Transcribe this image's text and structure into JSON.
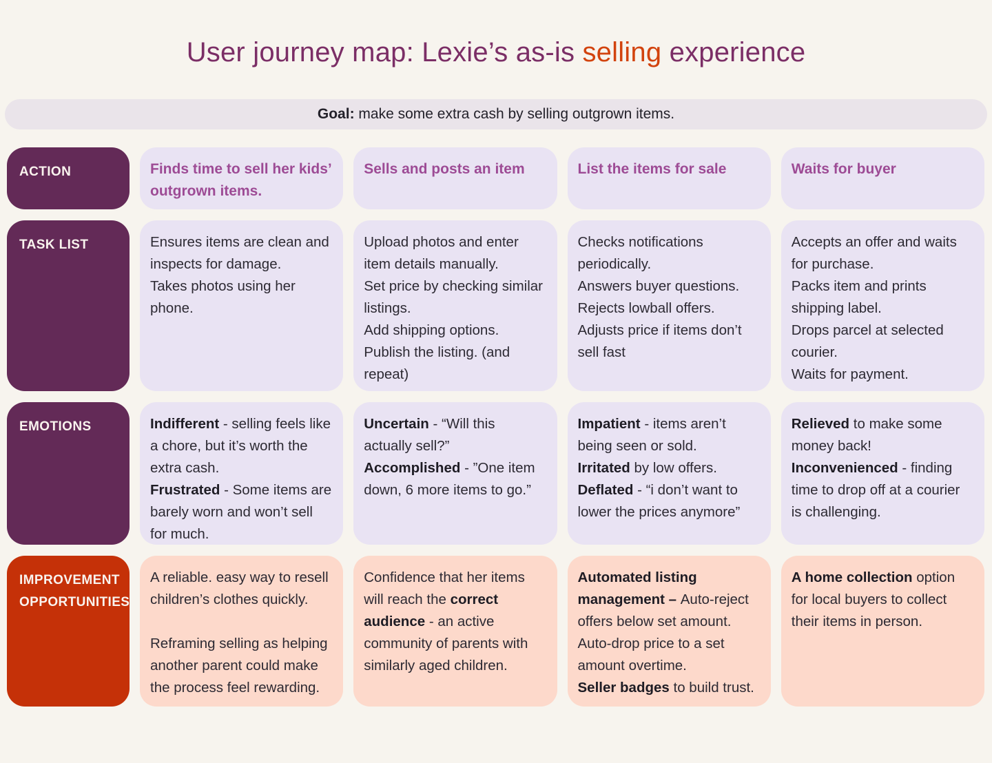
{
  "colors": {
    "bg": "#f7f4ee",
    "plum": "#632a57",
    "orange": "#c53108",
    "lavender": "#e9e3f3",
    "peach": "#fdd9cb",
    "pill": "#eae4ea",
    "title-purple": "#7b2e66",
    "title-accent": "#d2430e",
    "action-purple": "#9d4b95",
    "body-text": "#2d2a33"
  },
  "title": {
    "pre": "User journey map: Lexie’s as-is ",
    "highlight": "selling",
    "post": " experience"
  },
  "goal": {
    "label": "Goal:",
    "text": " make some extra cash by selling outgrown items."
  },
  "row_headers": [
    {
      "id": "action",
      "label": "ACTION"
    },
    {
      "id": "task-list",
      "label": "TASK LIST"
    },
    {
      "id": "emotions",
      "label": "EMOTIONS"
    },
    {
      "id": "improvement-opportunities",
      "label": "IMPROVEMENT OPPORTUNITIES"
    }
  ],
  "columns": [
    {
      "action": [
        [
          {
            "t": "Finds time to sell her kids’ outgrown items.",
            "b": true
          }
        ]
      ],
      "tasks": [
        [
          {
            "t": "Ensures items are clean and inspects for damage."
          }
        ],
        [
          {
            "t": "Takes photos using her phone."
          }
        ]
      ],
      "emotions": [
        [
          {
            "t": "Indifferent",
            "b": true
          },
          {
            "t": " - selling feels like a chore, but it’s worth the extra cash."
          }
        ],
        [
          {
            "t": "Frustrated",
            "b": true
          },
          {
            "t": " - Some items are barely worn and won’t sell for much."
          }
        ]
      ],
      "improvements": [
        [
          {
            "t": "A reliable. easy way to resell children’s clothes quickly."
          }
        ],
        [],
        [
          {
            "t": "Reframing selling as helping another parent could make the process feel rewarding."
          }
        ]
      ]
    },
    {
      "action": [
        [
          {
            "t": "Sells and posts an item",
            "b": true
          }
        ]
      ],
      "tasks": [
        [
          {
            "t": "Upload photos and enter item details manually."
          }
        ],
        [
          {
            "t": "Set price by checking similar listings."
          }
        ],
        [
          {
            "t": "Add shipping options."
          }
        ],
        [
          {
            "t": "Publish the listing. (and repeat)"
          }
        ]
      ],
      "emotions": [
        [
          {
            "t": "Uncertain",
            "b": true
          },
          {
            "t": " - “Will this actually sell?”"
          }
        ],
        [
          {
            "t": "Accomplished",
            "b": true
          },
          {
            "t": " - ”One item down, 6 more items to go.”"
          }
        ]
      ],
      "improvements": [
        [
          {
            "t": "Confidence that her items will reach the "
          },
          {
            "t": "correct audience",
            "b": true
          },
          {
            "t": " - an active community of parents with similarly aged children."
          }
        ]
      ]
    },
    {
      "action": [
        [
          {
            "t": "List the items for sale",
            "b": true
          }
        ]
      ],
      "tasks": [
        [
          {
            "t": "Checks notifications periodically."
          }
        ],
        [
          {
            "t": "Answers buyer questions."
          }
        ],
        [
          {
            "t": "Rejects lowball offers."
          }
        ],
        [
          {
            "t": "Adjusts price if items don’t sell fast"
          }
        ]
      ],
      "emotions": [
        [
          {
            "t": "Impatient",
            "b": true
          },
          {
            "t": " - items aren’t being seen or sold."
          }
        ],
        [
          {
            "t": "Irritated",
            "b": true
          },
          {
            "t": " by low offers."
          }
        ],
        [
          {
            "t": "Deflated",
            "b": true
          },
          {
            "t": " - “i don’t want to lower the prices anymore”"
          }
        ]
      ],
      "improvements": [
        [
          {
            "t": "Automated listing management – ",
            "b": true
          },
          {
            "t": "Auto-reject offers below set amount."
          }
        ],
        [
          {
            "t": "Auto-drop price to a set amount overtime."
          }
        ],
        [
          {
            "t": "Seller badges",
            "b": true
          },
          {
            "t": " to build trust."
          }
        ]
      ]
    },
    {
      "action": [
        [
          {
            "t": "Waits for buyer",
            "b": true
          }
        ]
      ],
      "tasks": [
        [
          {
            "t": "Accepts an offer and waits for purchase."
          }
        ],
        [
          {
            "t": "Packs item and prints shipping label."
          }
        ],
        [
          {
            "t": "Drops parcel at selected courier."
          }
        ],
        [
          {
            "t": "Waits for payment."
          }
        ]
      ],
      "emotions": [
        [
          {
            "t": "Relieved",
            "b": true
          },
          {
            "t": " to make some money back!"
          }
        ],
        [
          {
            "t": "Inconvenienced",
            "b": true
          },
          {
            "t": " - finding time to drop off at a courier is challenging."
          }
        ]
      ],
      "improvements": [
        [
          {
            "t": "A home collection",
            "b": true
          },
          {
            "t": " option for local buyers to collect their items in person."
          }
        ]
      ]
    }
  ]
}
